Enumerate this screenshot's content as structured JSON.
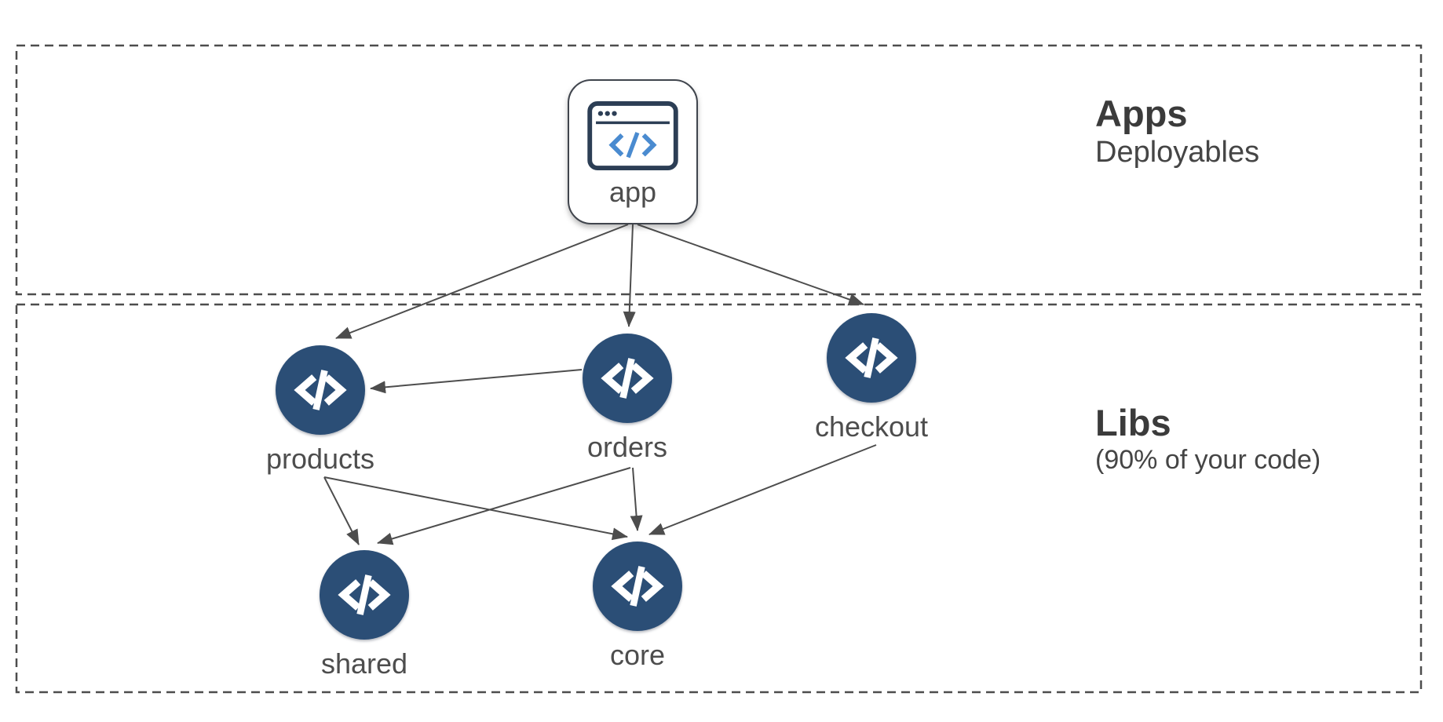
{
  "diagram": {
    "sections": {
      "apps": {
        "title": "Apps",
        "subtitle": "Deployables"
      },
      "libs": {
        "title": "Libs",
        "subtitle": "(90% of your code)"
      }
    },
    "nodes": {
      "app": {
        "label": "app",
        "type": "application",
        "icon": "browser-code-icon"
      },
      "products": {
        "label": "products",
        "type": "library",
        "icon": "code-icon"
      },
      "orders": {
        "label": "orders",
        "type": "library",
        "icon": "code-icon"
      },
      "checkout": {
        "label": "checkout",
        "type": "library",
        "icon": "code-icon"
      },
      "shared": {
        "label": "shared",
        "type": "library",
        "icon": "code-icon"
      },
      "core": {
        "label": "core",
        "type": "library",
        "icon": "code-icon"
      }
    },
    "edges": [
      {
        "from": "app",
        "to": "products"
      },
      {
        "from": "app",
        "to": "orders"
      },
      {
        "from": "app",
        "to": "checkout"
      },
      {
        "from": "orders",
        "to": "products"
      },
      {
        "from": "products",
        "to": "shared"
      },
      {
        "from": "products",
        "to": "core"
      },
      {
        "from": "orders",
        "to": "shared"
      },
      {
        "from": "orders",
        "to": "core"
      },
      {
        "from": "checkout",
        "to": "core"
      }
    ],
    "colors": {
      "node_fill": "#2b4e76",
      "edge": "#4d4d4d",
      "section_border": "#4d4d4d",
      "app_icon_outline": "#2c3e55",
      "app_icon_code_blue": "#4a8bd0",
      "label_text": "#4d4d4d",
      "heading_text": "#3b3b3b"
    }
  }
}
